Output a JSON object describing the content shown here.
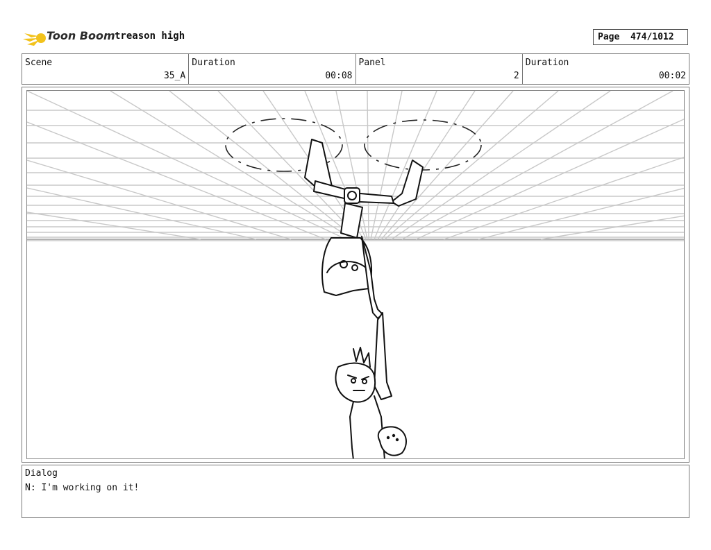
{
  "header": {
    "logo_text": "Toon Boom",
    "project_title": "treason high",
    "page_label": "Page",
    "page_value": "474/1012"
  },
  "info": {
    "scene_label": "Scene",
    "scene_value": "35_A",
    "duration1_label": "Duration",
    "duration1_value": "00:08",
    "panel_label": "Panel",
    "panel_value": "2",
    "duration2_label": "Duration",
    "duration2_value": "00:02"
  },
  "dialog": {
    "label": "Dialog",
    "text": "N: I'm working on it!"
  },
  "colors": {
    "logo_accent": "#f2c21b",
    "border": "#777777",
    "sketch_lines": "#bdbdbd"
  }
}
